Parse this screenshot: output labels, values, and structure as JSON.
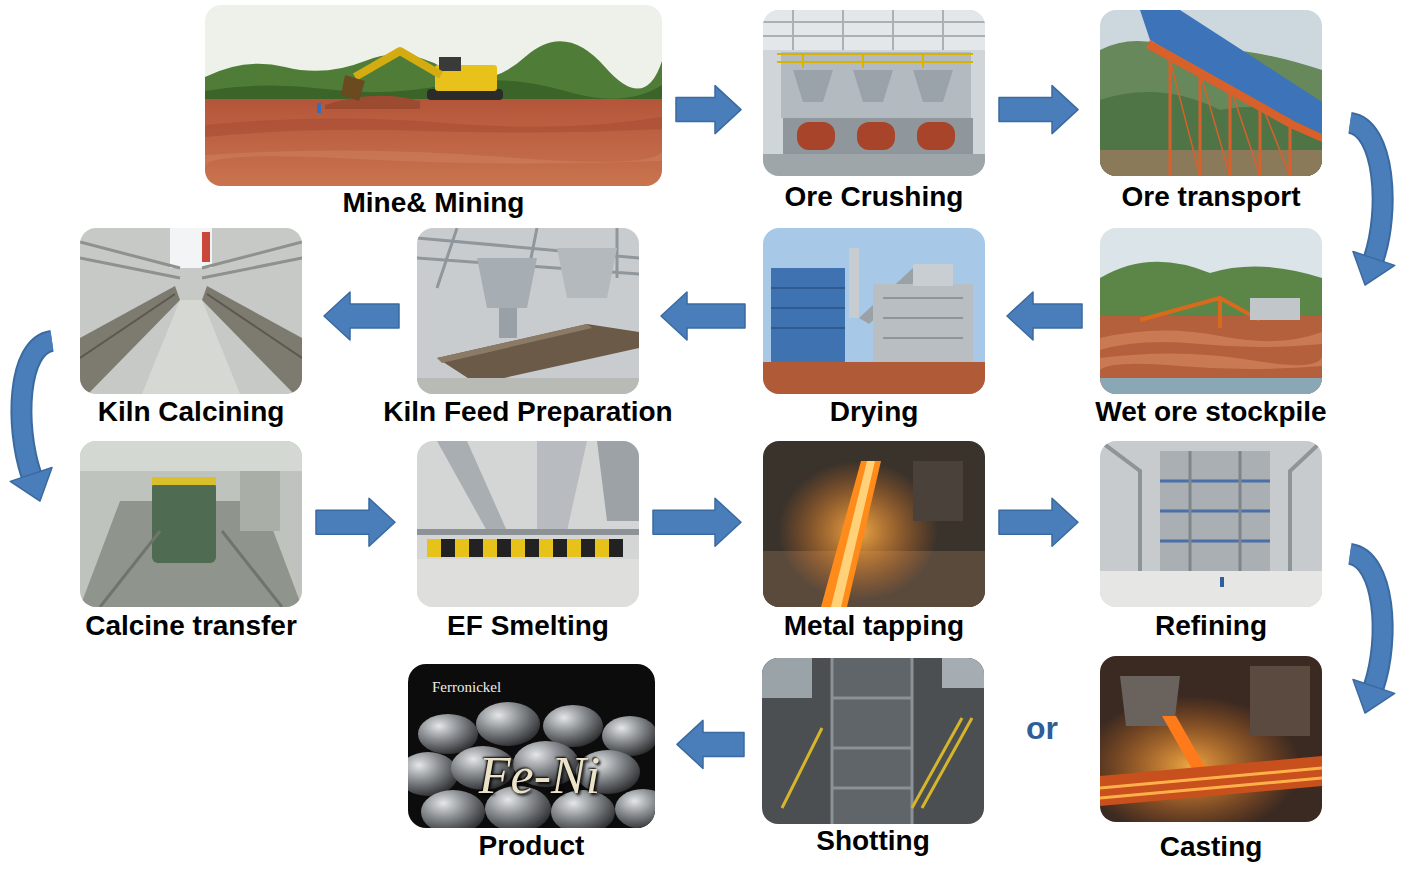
{
  "diagram": {
    "nodes": [
      {
        "text": [
          "Mine& Mining"
        ]
      },
      {
        "text": [
          "Ore Crushing"
        ]
      },
      {
        "text": [
          "Ore transport"
        ]
      },
      {
        "text": [
          "Wet ore stockpile"
        ]
      },
      {
        "text": [
          "Drying"
        ]
      },
      {
        "text": [
          "Kiln Feed Preparation"
        ]
      },
      {
        "text": [
          "Kiln Calcining"
        ]
      },
      {
        "text": [
          "Calcine transfer"
        ]
      },
      {
        "text": [
          "EF Smelting"
        ]
      },
      {
        "text": [
          "Metal tapping"
        ]
      },
      {
        "text": [
          "Refining"
        ]
      },
      {
        "text": [
          "Casting"
        ]
      },
      {
        "text": [
          "Shotting"
        ]
      },
      {
        "text": [
          "Ferronickel",
          "Fe-Ni",
          "Product"
        ]
      }
    ],
    "edges": [
      {
        "from": 0,
        "to": 1,
        "arrow": "to"
      },
      {
        "from": 1,
        "to": 2,
        "arrow": "to"
      },
      {
        "from": 2,
        "to": 3,
        "arrow": "to"
      },
      {
        "from": 3,
        "to": 4,
        "arrow": "to"
      },
      {
        "from": 4,
        "to": 5,
        "arrow": "to"
      },
      {
        "from": 5,
        "to": 6,
        "arrow": "to"
      },
      {
        "from": 6,
        "to": 7,
        "arrow": "to"
      },
      {
        "from": 7,
        "to": 8,
        "arrow": "to"
      },
      {
        "from": 8,
        "to": 9,
        "arrow": "to"
      },
      {
        "from": 9,
        "to": 10,
        "arrow": "to"
      },
      {
        "from": 10,
        "to": 11,
        "arrow": "to"
      },
      {
        "from": 12,
        "to": 13,
        "arrow": "to"
      }
    ],
    "labels": [
      "or"
    ]
  }
}
